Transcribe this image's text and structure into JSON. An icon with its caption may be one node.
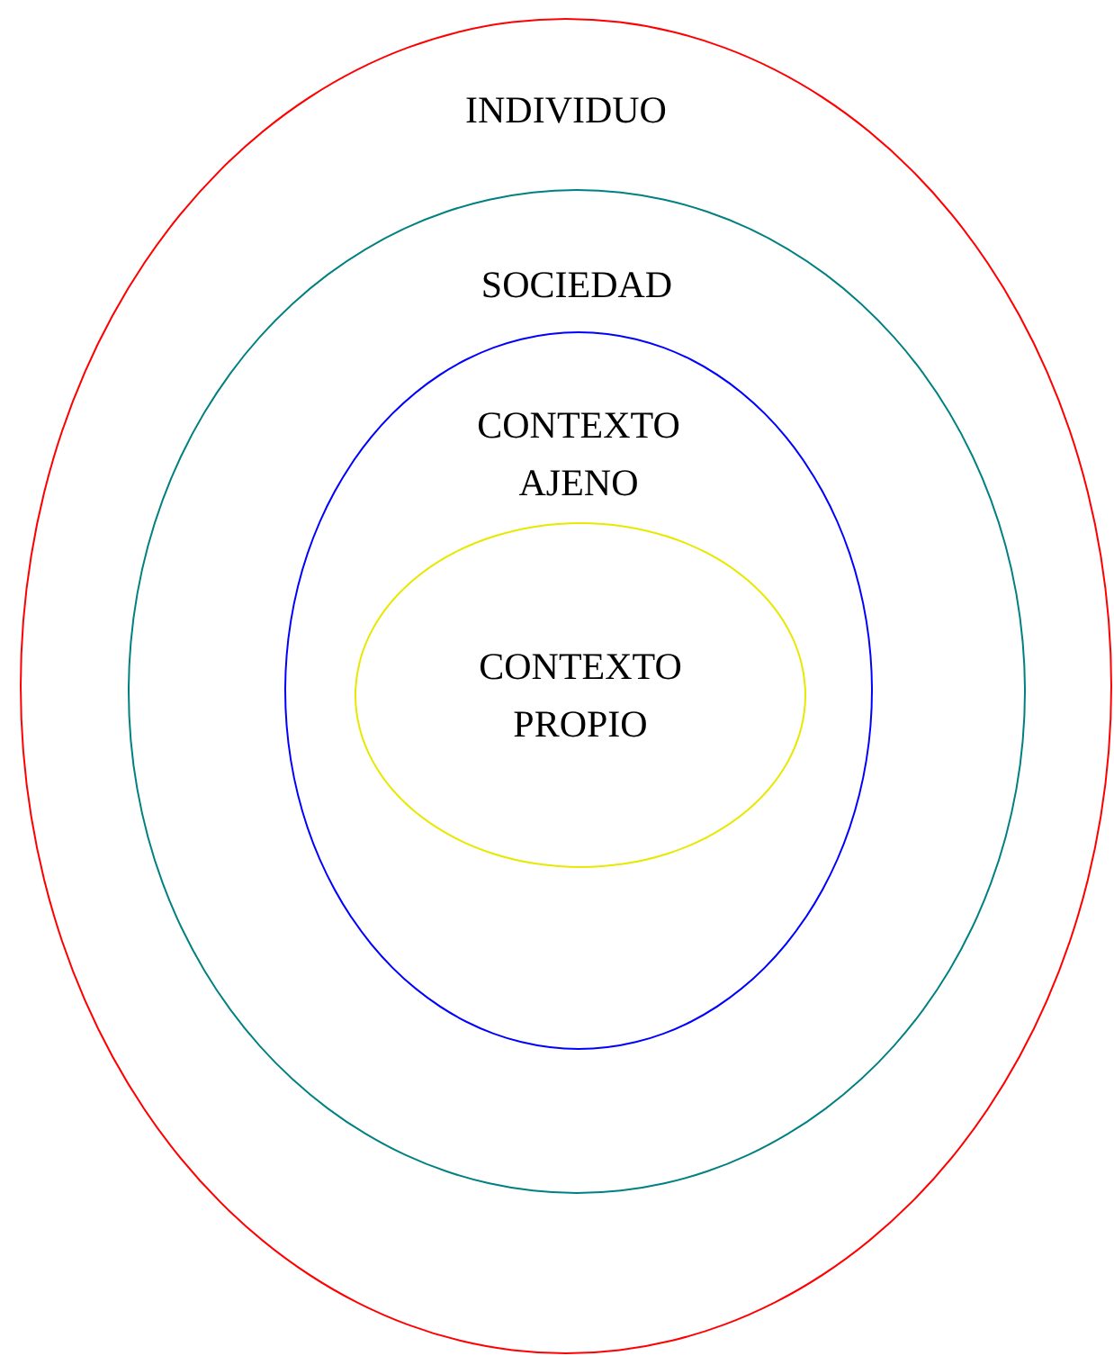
{
  "diagram": {
    "nodes": [
      {
        "text": [
          "INDIVIDUO"
        ]
      },
      {
        "text": [
          "SOCIEDAD"
        ],
        "in": 0
      },
      {
        "text": [
          "CONTEXTO AJENO"
        ],
        "in": 1
      },
      {
        "text": [
          "CONTEXTO PROPIO"
        ],
        "in": 2
      }
    ]
  }
}
